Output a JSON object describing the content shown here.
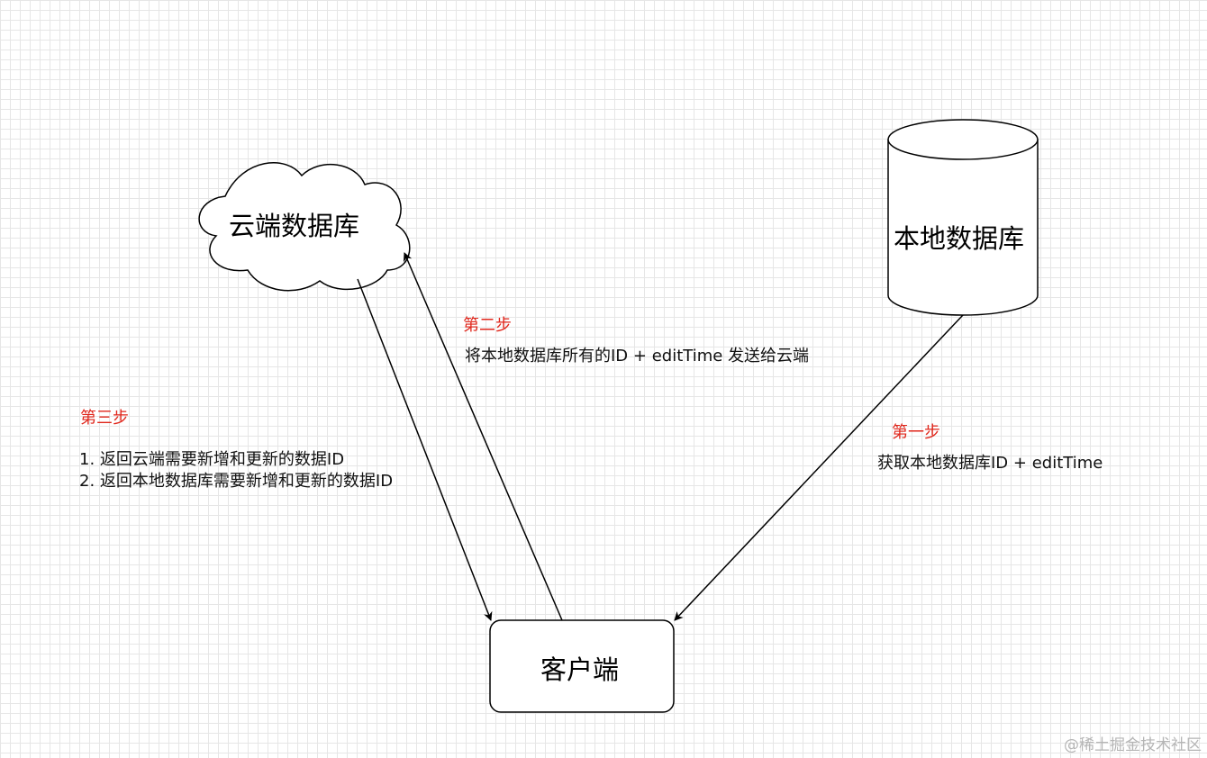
{
  "nodes": {
    "cloud_db": "云端数据库",
    "local_db": "本地数据库",
    "client": "客户端"
  },
  "steps": {
    "step1": {
      "title": "第一步",
      "text": "获取本地数据库ID + editTime"
    },
    "step2": {
      "title": "第二步",
      "text": "将本地数据库所有的ID + editTime 发送给云端"
    },
    "step3": {
      "title": "第三步",
      "lines": [
        "1. 返回云端需要新增和更新的数据ID",
        "2. 返回本地数据库需要新增和更新的数据ID"
      ]
    }
  },
  "watermark": "@稀土掘金技术社区",
  "colors": {
    "step_title": "#e0261b",
    "stroke": "#000000",
    "grid": "#e6e6e6"
  }
}
